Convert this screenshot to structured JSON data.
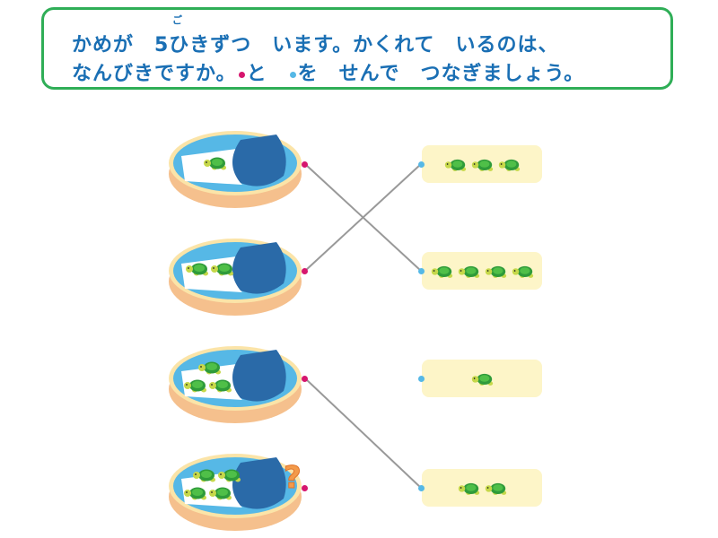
{
  "question": {
    "line1": "かめが　5ひきずつ　います。かくれて　いるのは、",
    "ruby": "ご",
    "line2a": "なんびきですか。",
    "line2b": "と　",
    "line2c": "を　せんで　つなぎましょう。"
  },
  "ponds": [
    {
      "visible_turtles": 1,
      "question_mark": false
    },
    {
      "visible_turtles": 2,
      "question_mark": false
    },
    {
      "visible_turtles": 3,
      "question_mark": false
    },
    {
      "visible_turtles": 4,
      "question_mark": true
    }
  ],
  "choices": [
    {
      "turtles": 3
    },
    {
      "turtles": 4
    },
    {
      "turtles": 1
    },
    {
      "turtles": 2
    }
  ],
  "connections": [
    {
      "pond": 0,
      "choice": 1
    },
    {
      "pond": 1,
      "choice": 0
    },
    {
      "pond": 2,
      "choice": 3
    }
  ],
  "colors": {
    "pink_dot": "#d6166e",
    "blue_dot": "#55b8e6",
    "line": "#999999"
  },
  "question_mark_text": "?"
}
